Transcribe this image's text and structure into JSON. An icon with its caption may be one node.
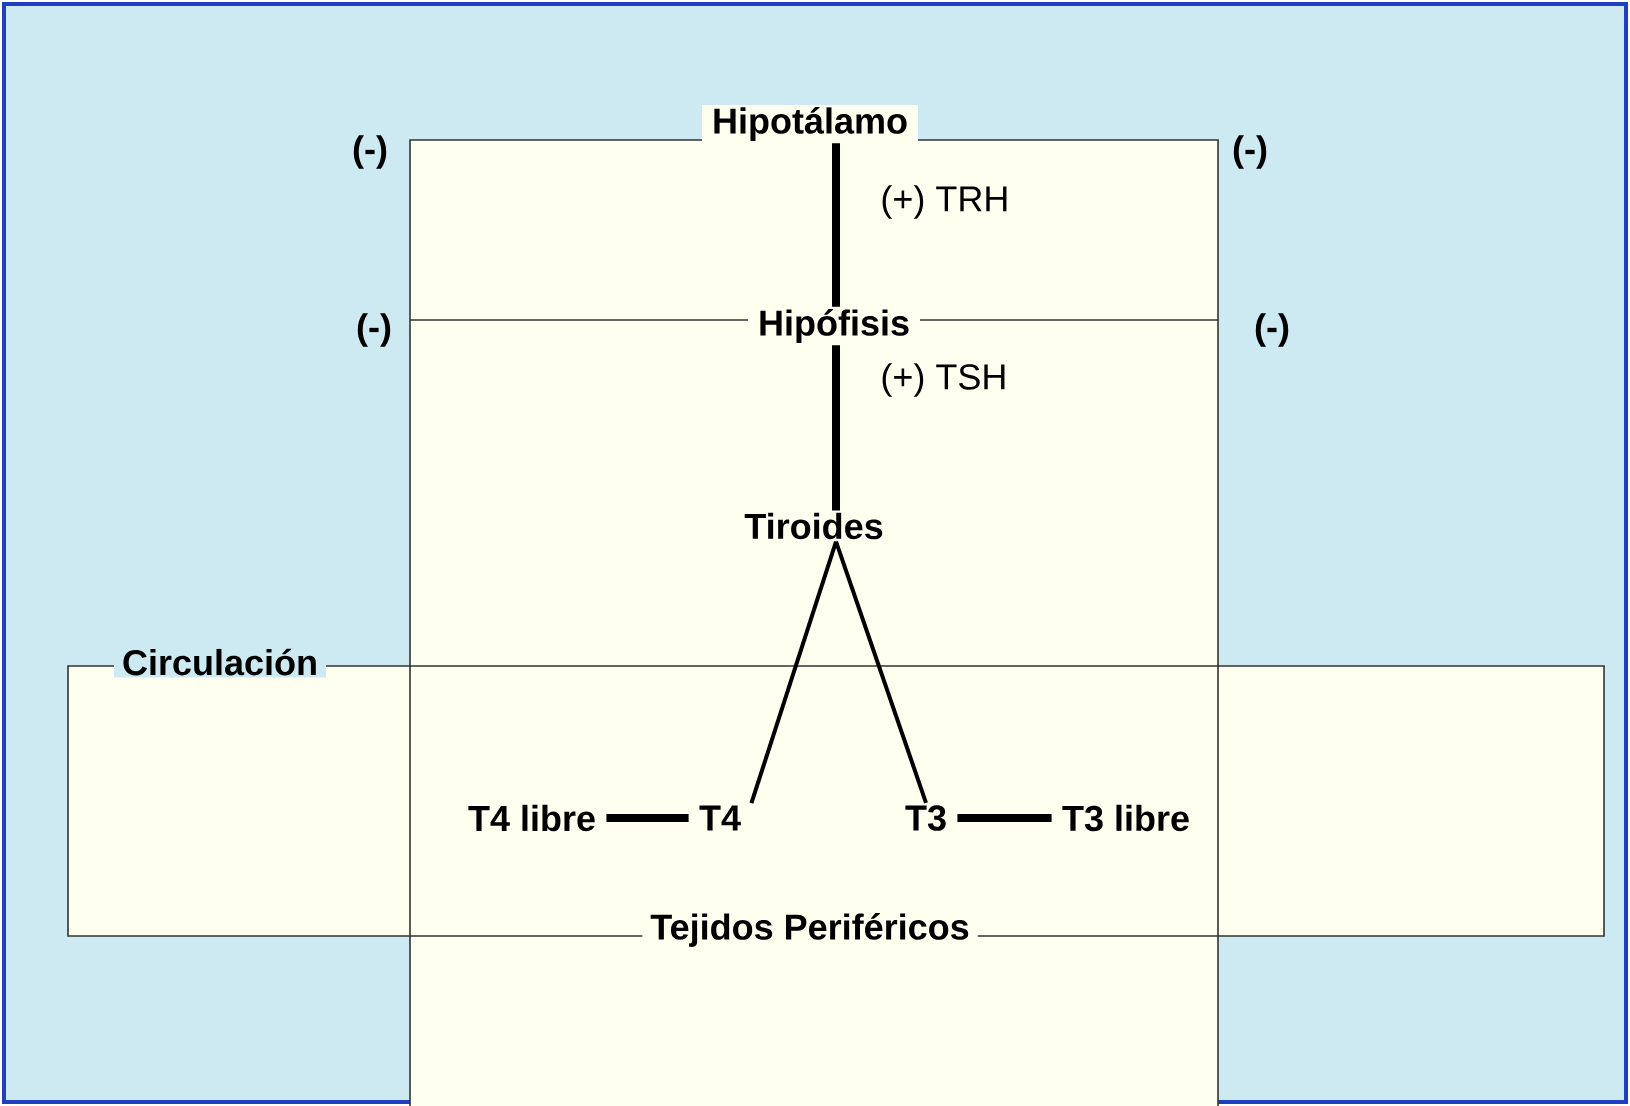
{
  "diagram": {
    "nodes": [
      {
        "text": [
          "Hipotálamo"
        ]
      },
      {
        "text": [
          "Hipófisis"
        ]
      },
      {
        "text": [
          "Tiroides"
        ]
      },
      {
        "text": [
          "T4"
        ]
      },
      {
        "text": [
          "T3"
        ]
      },
      {
        "text": [
          "T4 libre"
        ]
      },
      {
        "text": [
          "T3 libre"
        ]
      }
    ],
    "edges": [
      {
        "from": 0,
        "to": 1,
        "arrow": "none"
      },
      {
        "from": 1,
        "to": 2,
        "arrow": "none"
      },
      {
        "from": 2,
        "to": 3,
        "arrow": "none"
      },
      {
        "from": 2,
        "to": 4,
        "arrow": "none"
      },
      {
        "from": 5,
        "to": 3,
        "arrow": "none"
      },
      {
        "from": 4,
        "to": 6,
        "arrow": "none"
      }
    ],
    "labels": [
      "(-)",
      "(-)",
      "(+) TRH",
      "(-)",
      "(-)",
      "(+) TSH",
      "Circulación",
      "Tejidos Periféricos"
    ]
  }
}
